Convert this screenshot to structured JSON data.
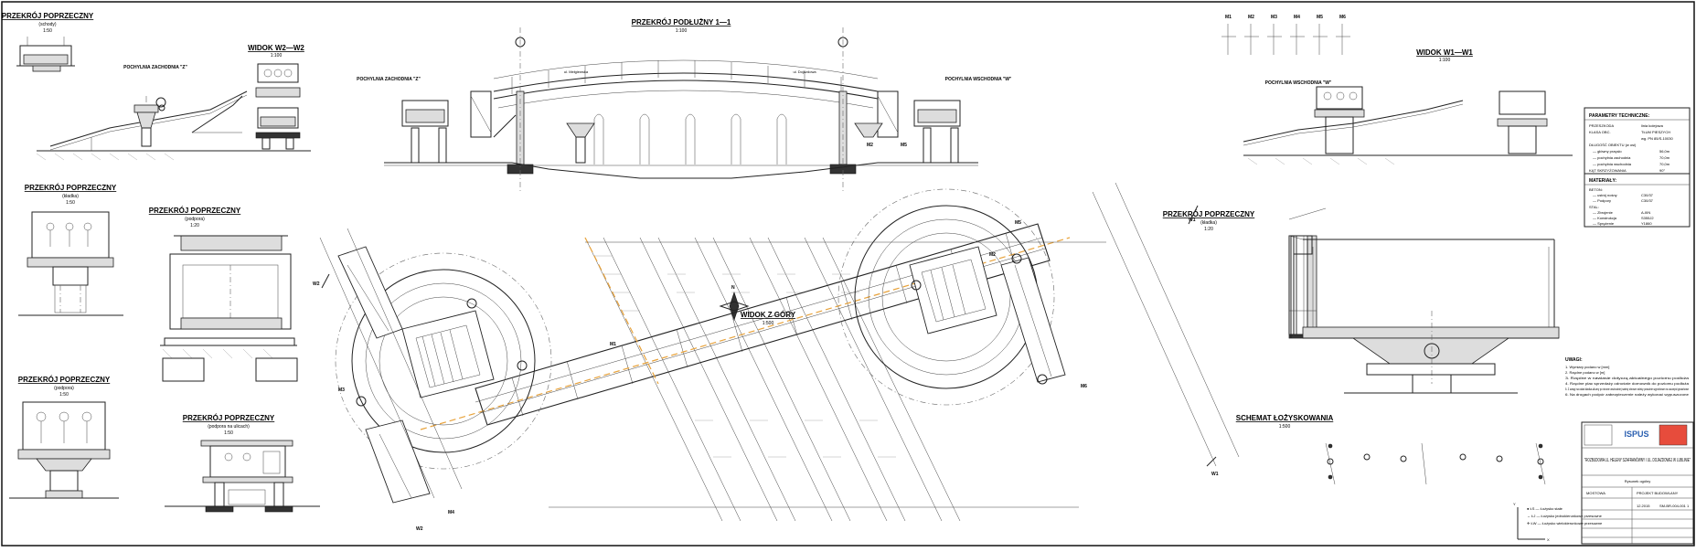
{
  "sections": {
    "cross_1": {
      "title": "PRZEKRÓJ POPRZECZNY",
      "sub": "(schody)",
      "scale": "1:50"
    },
    "pochylnia_zach": "POCHYLNIA ZACHODNIA \"Z\"",
    "widok_w2": {
      "title": "WIDOK W2—W2",
      "scale": "1:100"
    },
    "cross_2": {
      "title": "PRZEKRÓJ POPRZECZNY",
      "sub": "(kładka)",
      "scale": "1:50"
    },
    "cross_3": {
      "title": "PRZEKRÓJ POPRZECZNY",
      "sub": "(podpora)",
      "scale": "1:20"
    },
    "cross_4": {
      "title": "PRZEKRÓJ POPRZECZNY",
      "sub": "(podpora)",
      "scale": "1:50"
    },
    "cross_5": {
      "title": "PRZEKRÓJ POPRZECZNY",
      "sub": "(podpora na ulicach)",
      "scale": "1:50"
    },
    "longitudinal": {
      "title": "PRZEKRÓJ PODŁUŻNY 1—1",
      "scale": "1:100"
    },
    "pochylnia_zach2": "POCHYLNIA ZACHODNIA \"Z\"",
    "pochylnia_wsch": "POCHYLNIA WSCHODNIA \"W\"",
    "pochylnia_wsch2": "POCHYLNIA WSCHODNIA \"W\"",
    "widok_w1": {
      "title": "WIDOK W1—W1",
      "scale": "1:100"
    },
    "top_view": {
      "title": "WIDOK Z GÓRY",
      "scale": "1:500"
    },
    "cross_right": {
      "title": "PRZEKRÓJ POPRZECZNY",
      "sub": "(kładka)",
      "scale": "1:20"
    },
    "bearing": {
      "title": "SCHEMAT ŁOŻYSKOWANIA",
      "scale": "1:500"
    }
  },
  "street_labels": {
    "left": "ul. Mełgiewska",
    "right": "ul. Dojazdowa"
  },
  "compass": "N",
  "supports": [
    "M1",
    "M2",
    "M3",
    "M4",
    "M5",
    "M6"
  ],
  "section_marks": {
    "w1": "W1",
    "w2": "W2"
  },
  "params": {
    "title": "PARAMETRY TECHNICZNE:",
    "rows": [
      [
        "PRZESZKODA",
        "linia kolejowa"
      ],
      [
        "KLASA OBC.",
        "TŁUM PIESZYCH"
      ],
      [
        "",
        "wg. PN 85/S-10030"
      ],
      [
        "DŁUGOŚĆ OBIEKTU (w osi)",
        ""
      ],
      [
        "— główny przęsło",
        "56,0m"
      ],
      [
        "— pochylnia zachodnia",
        "70,0m"
      ],
      [
        "— pochylnia wschodnia",
        "70,0m"
      ],
      [
        "KĄT SKRZYŻOWANIA",
        "90°"
      ]
    ]
  },
  "materials": {
    "title": "MATERIAŁY:",
    "rows": [
      [
        "BETON:",
        ""
      ],
      [
        "— ustrój nośny",
        "C30/37"
      ],
      [
        "— Podpory",
        "C30/37"
      ],
      [
        "STAL:",
        ""
      ],
      [
        "— Zbrojenie",
        "A-IIIN"
      ],
      [
        "— Konstrukcja",
        "S355J2"
      ],
      [
        "— Sprężenie",
        "Y1860"
      ]
    ]
  },
  "notes": {
    "title": "UWAGI:",
    "items": [
      "1. Wymiary podano w [mm]",
      "2. Rzędne podano w [m]",
      "3. Rzędne w nawiasie dotyczą aktualnego poziomu podłoża",
      "4. Rzędne plac sprzedaży odnośnie domownik do poziomu podłoża",
      "5. Z uwagi na układ kładka-uliczny po stronie wschodniej należy zbrowe należy powolnie wypróbowe na zaczepki gmachowe",
      "6. Na drogach podpór zabezpieczenie należy wykonać wypuszczone"
    ]
  },
  "bearing_legend": [
    "● ŁS — Łożysko stałe",
    "↔ ŁJ — Łożysko jednokierunkowe przesuwne",
    "✛ ŁW — Łożysko wielokierunkowe przesuwne"
  ],
  "titleblock": {
    "company": "ISPUS",
    "project": "\"ROZBUDOWA UL. HELENY SZAFRANÓWNY I UL. DOJAZDOWEJ W LUBLINIE\"",
    "drawing": "Rysunek ogólny",
    "branch": "MOSTOWA",
    "phase": "PROJEKT BUDOWLANY",
    "date": "12.2015",
    "number": "SM-BR-004-001",
    "sheet": "1"
  },
  "axis_labels": {
    "x": "X",
    "y": "Y"
  }
}
